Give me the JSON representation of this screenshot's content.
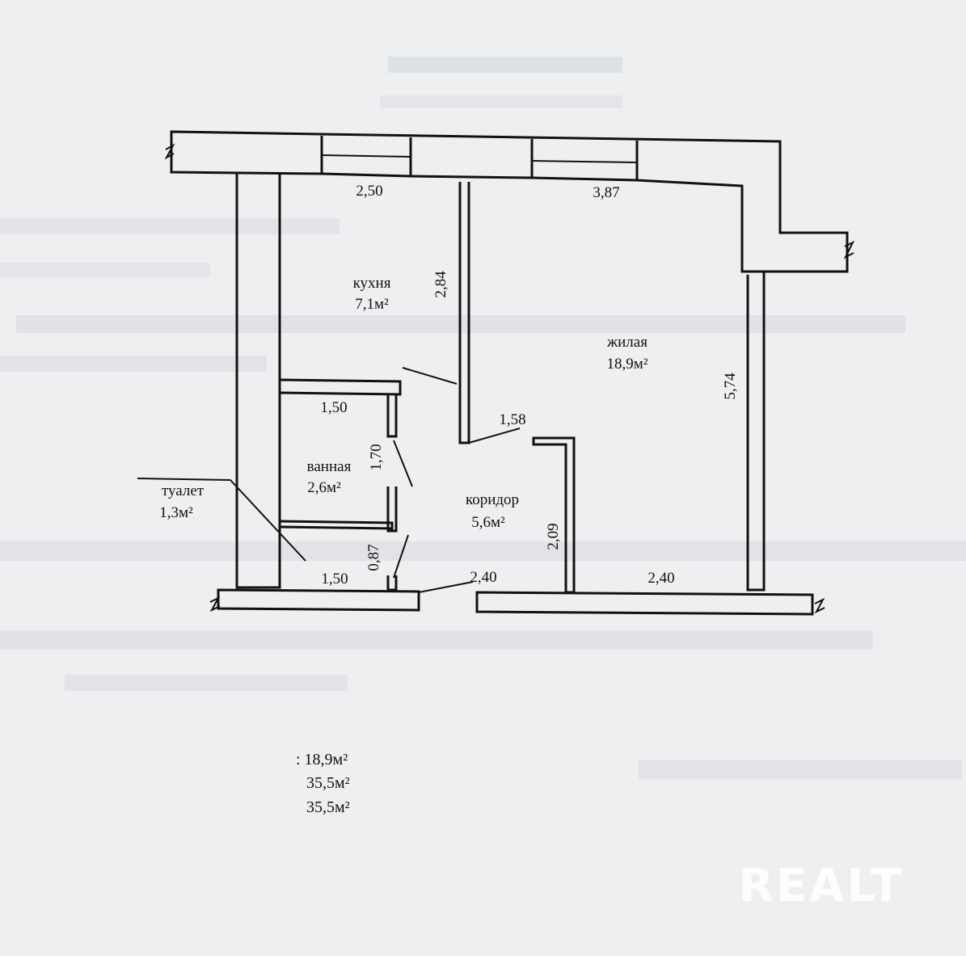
{
  "rooms": {
    "kitchen": {
      "name": "кухня",
      "area": "7,1м²"
    },
    "living": {
      "name": "жилая",
      "area": "18,9м²"
    },
    "bathroom": {
      "name": "ванная",
      "area": "2,6м²"
    },
    "toilet": {
      "name": "туалет",
      "area": "1,3м²"
    },
    "corridor": {
      "name": "коридор",
      "area": "5,6м²"
    }
  },
  "dimensions": {
    "kitchen_width": "2,50",
    "living_width": "3,87",
    "kitchen_wall": "2,84",
    "living_height": "5,74",
    "bath_width": "1,50",
    "bath_height": "1,70",
    "doorway": "1,58",
    "toilet_width": "1,50",
    "toilet_height": "0,87",
    "entrance": "2,40",
    "living_bottom": "2,40",
    "corridor_wall": "2,09"
  },
  "totals": {
    "living_total": ": 18,9м²",
    "total_area": "35,5м²",
    "general_area": "35,5м²"
  },
  "watermark": "REALT"
}
